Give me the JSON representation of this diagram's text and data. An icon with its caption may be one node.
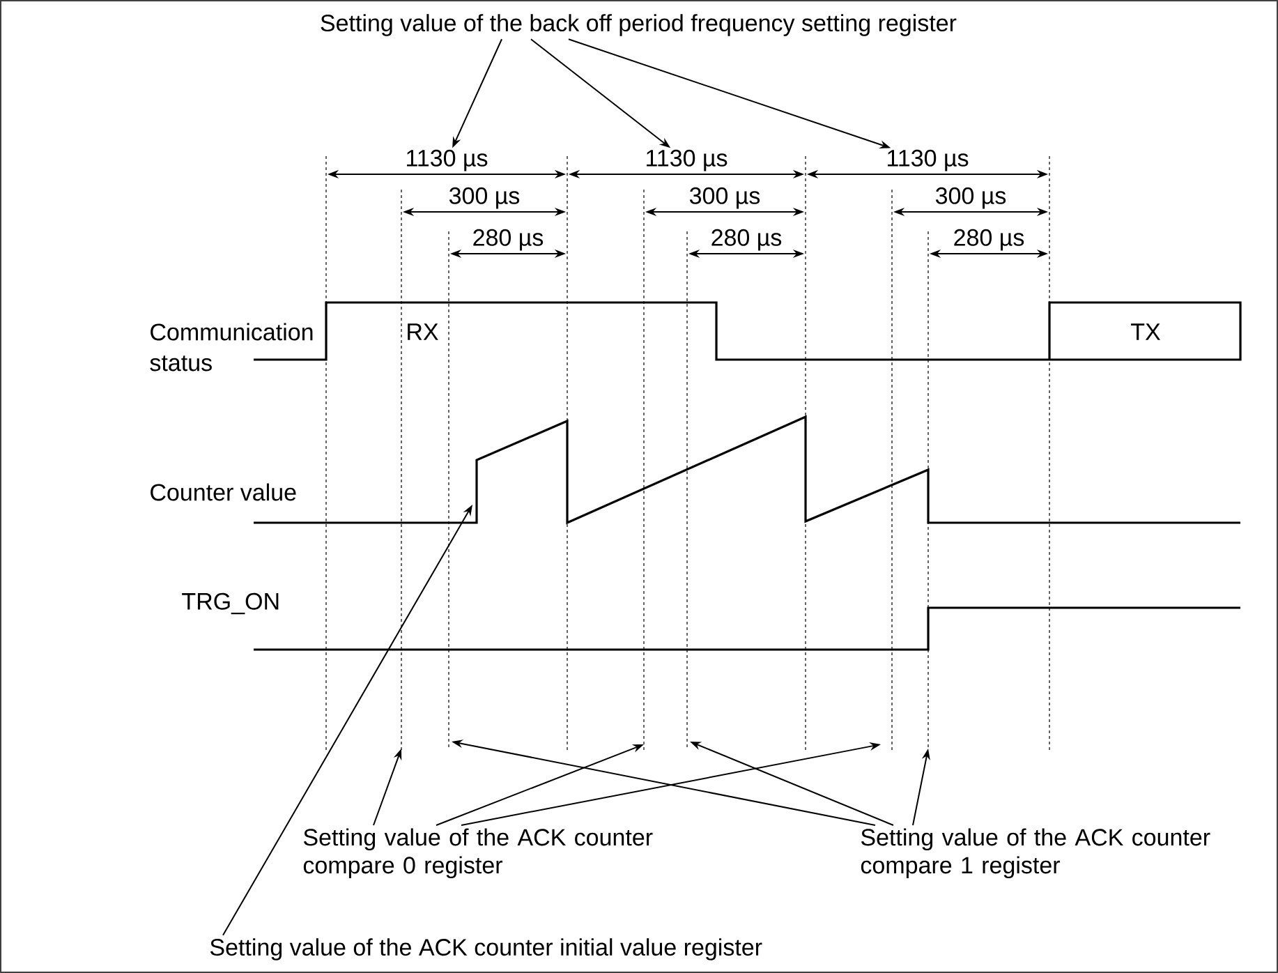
{
  "diagram": {
    "nodes": [
      {
        "text": [
          "Setting value of the back off period frequency setting register"
        ]
      },
      {
        "text": [
          "Setting value of the ACK counter compare 0 register"
        ]
      },
      {
        "text": [
          "Setting value of the ACK counter compare 1 register"
        ]
      },
      {
        "text": [
          "Setting value of the ACK counter initial value register"
        ]
      },
      {
        "text": [
          "1130 µs"
        ]
      },
      {
        "text": [
          "1130 µs"
        ]
      },
      {
        "text": [
          "1130 µs"
        ]
      }
    ],
    "edges": [
      {
        "from": 0,
        "to": 4,
        "arrow": "to"
      },
      {
        "from": 0,
        "to": 5,
        "arrow": "to"
      },
      {
        "from": 0,
        "to": 6,
        "arrow": "to"
      },
      {
        "from": 1,
        "to": null,
        "arrow": "to"
      },
      {
        "from": 1,
        "to": null,
        "arrow": "to"
      },
      {
        "from": 1,
        "to": null,
        "arrow": "to"
      },
      {
        "from": 2,
        "to": null,
        "arrow": "to"
      },
      {
        "from": 2,
        "to": null,
        "arrow": "to"
      },
      {
        "from": 2,
        "to": null,
        "arrow": "to"
      },
      {
        "from": 3,
        "to": null,
        "arrow": "to"
      }
    ],
    "labels": [
      "300 µs",
      "300 µs",
      "300 µs",
      "280 µs",
      "280 µs",
      "280 µs",
      "Communication status",
      "RX",
      "TX",
      "Counter value",
      "TRG_ON"
    ]
  }
}
